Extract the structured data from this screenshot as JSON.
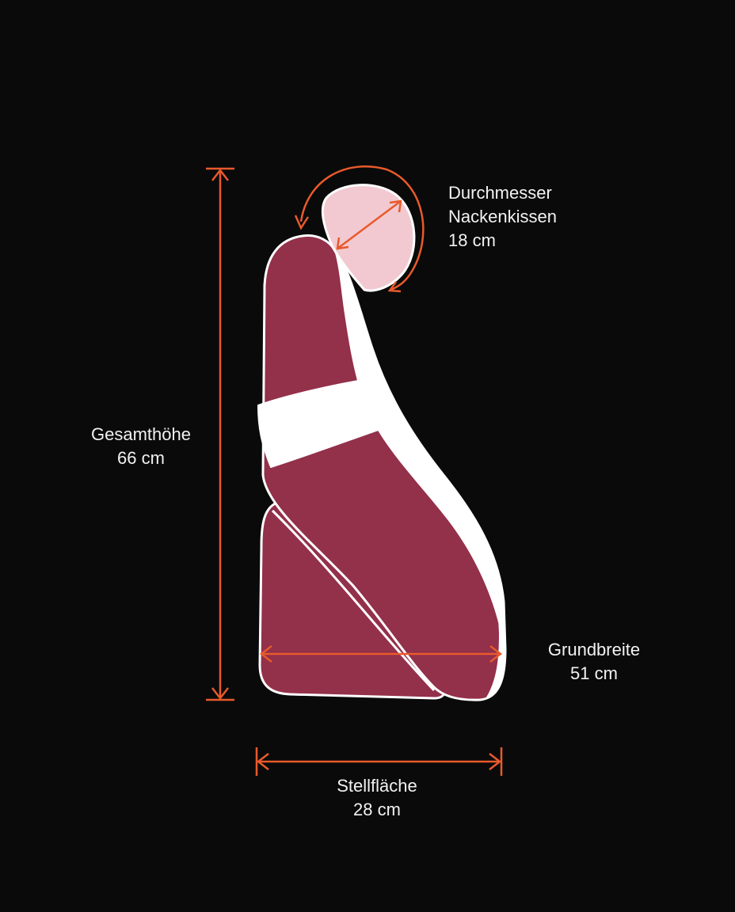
{
  "colors": {
    "background": "#0a0a0a",
    "pillow": "#93304a",
    "outline": "#ffffff",
    "band": "#ffffff",
    "neck_pillow": "#f2c9d0",
    "dimension_line": "#e85a2c",
    "text": "#f2f2f2"
  },
  "dimensions": {
    "neck_pillow": {
      "title_line1": "Durchmesser",
      "title_line2": "Nackenkissen",
      "value": "18 cm"
    },
    "total_height": {
      "title": "Gesamthöhe",
      "value": "66 cm"
    },
    "base_width": {
      "title": "Grundbreite",
      "value": "51 cm"
    },
    "footprint": {
      "title": "Stellfläche",
      "value": "28 cm"
    }
  }
}
